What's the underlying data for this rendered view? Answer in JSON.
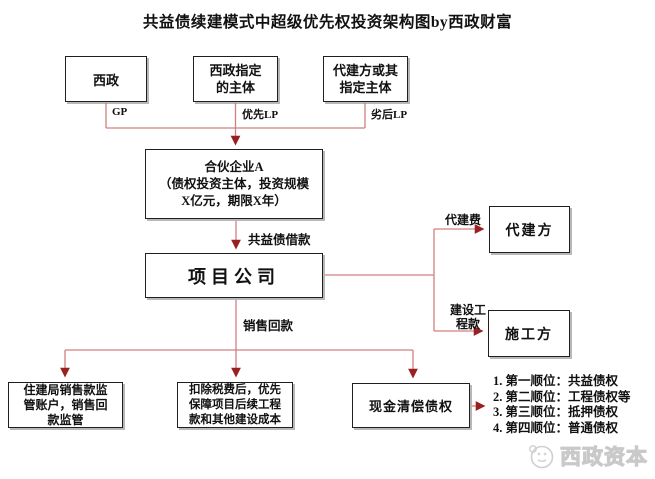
{
  "title": "共益债续建模式中超级优先权投资架构图by西政财富",
  "colors": {
    "connector_line": "#d08080",
    "arrowhead": "#9a2020",
    "box_border": "#1f1f1f",
    "watermark": "#c9c9c9"
  },
  "nodes": {
    "xizheng": {
      "label": "西政"
    },
    "xizheng_designated": {
      "label": "西政指定\n的主体"
    },
    "agent_or_designated": {
      "label": "代建方或其\n指定主体"
    },
    "partnership": {
      "label": "合伙企业A\n（债权投资主体，投资规模\nX亿元，期限X年）"
    },
    "project_company": {
      "label": "项目公司"
    },
    "agent": {
      "label": "代建方"
    },
    "contractor": {
      "label": "施工方"
    },
    "regulator_account": {
      "label": "住建局销售款监\n管账户，销售回\n款监管"
    },
    "tax_deduction": {
      "label": "扣除税费后，优先\n保障项目后续工程\n款和其他建设成本"
    },
    "cash_repayment": {
      "label": "现金清偿债权"
    }
  },
  "edge_labels": {
    "gp": "GP",
    "senior_lp": "优先LP",
    "junior_lp": "劣后LP",
    "co_benefit_debt_loan": "共益债借款",
    "agency_fee": "代建费",
    "construction_payment": "建设工\n程款",
    "sales_collection": "销售回款"
  },
  "priority_list": [
    "1. 第一顺位：共益债权",
    "2. 第二顺位：工程债权等",
    "3. 第三顺位：抵押债权",
    "4. 第四顺位：普通债权"
  ],
  "watermark": {
    "label": "西政资本"
  }
}
